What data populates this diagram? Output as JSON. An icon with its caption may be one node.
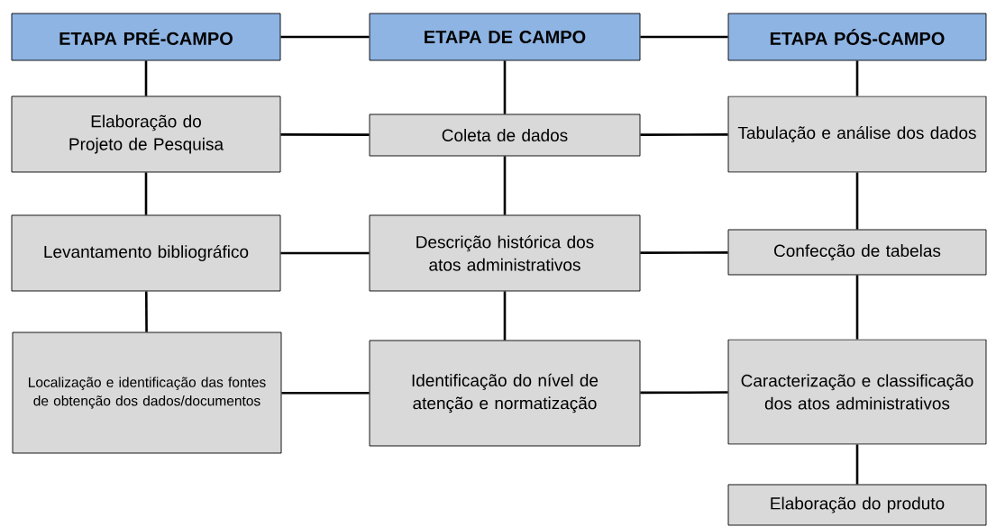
{
  "diagram": {
    "nodes": [
      {
        "text": [
          "ETAPA PRÉ-CAMPO"
        ]
      },
      {
        "text": [
          "ETAPA DE CAMPO"
        ]
      },
      {
        "text": [
          "ETAPA PÓS-CAMPO"
        ]
      },
      {
        "text": [
          "Elaboração do Projeto de Pesquisa"
        ]
      },
      {
        "text": [
          "Coleta de dados"
        ]
      },
      {
        "text": [
          "Tabulação e análise dos dados"
        ]
      },
      {
        "text": [
          "Levantamento bibliográfico"
        ]
      },
      {
        "text": [
          "Descrição histórica dos atos administrativos"
        ]
      },
      {
        "text": [
          "Confecção de tabelas"
        ]
      },
      {
        "text": [
          "Localização e identificação das fontes de obtenção dos dados/documentos"
        ]
      },
      {
        "text": [
          "Identificação do nível de atenção e normatização"
        ]
      },
      {
        "text": [
          "Caracterização e classificação dos atos administrativos"
        ]
      },
      {
        "text": [
          "Elaboração do produto"
        ]
      }
    ],
    "edges": [
      {
        "from": 0,
        "to": 1,
        "arrow": "none"
      },
      {
        "from": 1,
        "to": 2,
        "arrow": "none"
      },
      {
        "from": 0,
        "to": 3,
        "arrow": "none"
      },
      {
        "from": 3,
        "to": 6,
        "arrow": "none"
      },
      {
        "from": 6,
        "to": 9,
        "arrow": "none"
      },
      {
        "from": 1,
        "to": 4,
        "arrow": "none"
      },
      {
        "from": 4,
        "to": 7,
        "arrow": "none"
      },
      {
        "from": 7,
        "to": 10,
        "arrow": "none"
      },
      {
        "from": 2,
        "to": 5,
        "arrow": "none"
      },
      {
        "from": 5,
        "to": 8,
        "arrow": "none"
      },
      {
        "from": 8,
        "to": 11,
        "arrow": "none"
      },
      {
        "from": 11,
        "to": 12,
        "arrow": "none"
      },
      {
        "from": 3,
        "to": 4,
        "arrow": "none"
      },
      {
        "from": 4,
        "to": 5,
        "arrow": "none"
      },
      {
        "from": 6,
        "to": 7,
        "arrow": "none"
      },
      {
        "from": 7,
        "to": 8,
        "arrow": "none"
      },
      {
        "from": 9,
        "to": 10,
        "arrow": "none"
      },
      {
        "from": 10,
        "to": 11,
        "arrow": "none"
      }
    ]
  }
}
